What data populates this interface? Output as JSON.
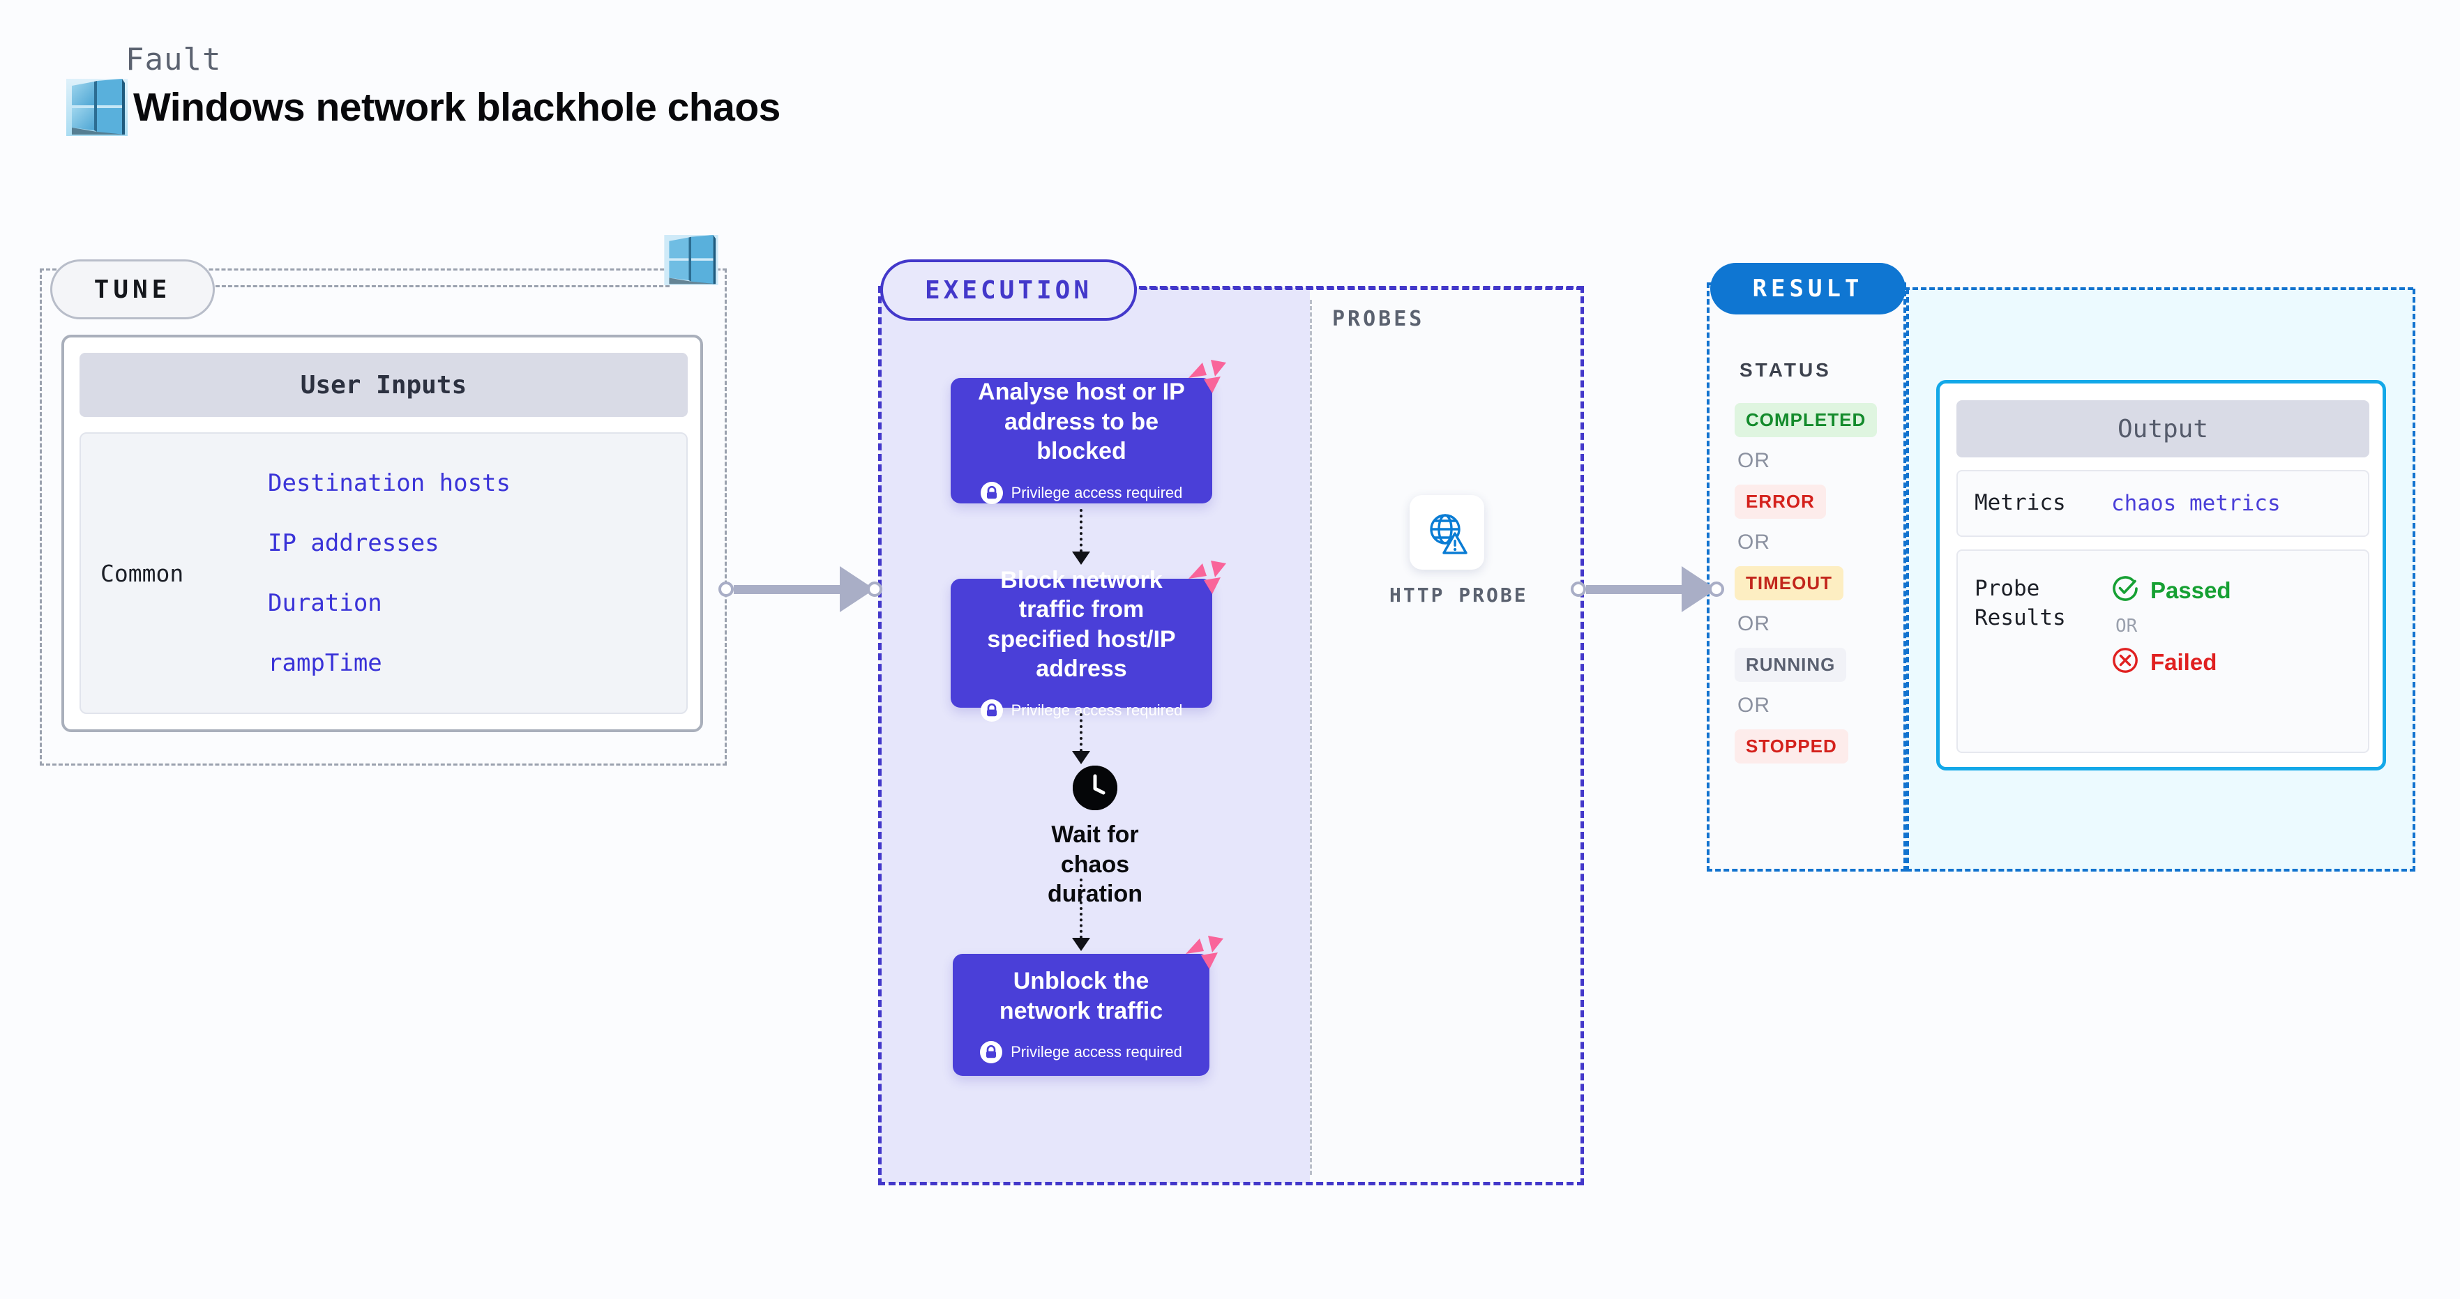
{
  "header": {
    "fault_label": "Fault",
    "title": "Windows network blackhole chaos",
    "icon": "windows-logo-icon"
  },
  "tune": {
    "pill_label": "TUNE",
    "platform_icon": "windows-logo-icon",
    "card": {
      "header": "User Inputs",
      "group_label": "Common",
      "inputs": [
        "Destination hosts",
        "IP addresses",
        "Duration",
        "rampTime"
      ]
    }
  },
  "execution": {
    "pill_label": "EXECUTION",
    "nodes": [
      {
        "title": "Analyse host or IP address to be blocked",
        "privilege": "Privilege access required",
        "privilege_icon": "lock-icon",
        "badge_icon": "litmus-logo-icon"
      },
      {
        "title": "Block network traffic from specified host/IP address",
        "privilege": "Privilege access required",
        "privilege_icon": "lock-icon",
        "badge_icon": "litmus-logo-icon"
      },
      {
        "title": "Unblock the network traffic",
        "privilege": "Privilege access required",
        "privilege_icon": "lock-icon",
        "badge_icon": "litmus-logo-icon"
      }
    ],
    "wait_node": {
      "label": "Wait for chaos duration",
      "icon": "clock-icon"
    }
  },
  "probes": {
    "section_label": "PROBES",
    "items": [
      {
        "label": "HTTP PROBE",
        "icon": "globe-warning-icon"
      }
    ]
  },
  "result": {
    "pill_label": "RESULT",
    "status_label": "STATUS",
    "or_label": "OR",
    "statuses": [
      {
        "label": "COMPLETED",
        "bg": "#dff5e0",
        "fg": "#148b2c"
      },
      {
        "label": "ERROR",
        "bg": "#fdeceb",
        "fg": "#d4211c"
      },
      {
        "label": "TIMEOUT",
        "bg": "#fdeec2",
        "fg": "#c2261c"
      },
      {
        "label": "RUNNING",
        "bg": "#f1f2f7",
        "fg": "#5a6070"
      },
      {
        "label": "STOPPED",
        "bg": "#fdeceb",
        "fg": "#d4211c"
      }
    ],
    "output": {
      "header": "Output",
      "metrics_key": "Metrics",
      "metrics_value": "chaos metrics",
      "probe_key": "Probe Results",
      "probe_pass": "Passed",
      "probe_pass_icon": "check-circle-icon",
      "probe_fail": "Failed",
      "probe_fail_icon": "x-circle-icon",
      "probe_or": "OR"
    }
  },
  "colors": {
    "tune_border": "#9aa1ae",
    "execution_accent": "#4338ca",
    "execution_node": "#4a3fd8",
    "result_accent": "#1273cf",
    "output_border": "#13a8e8",
    "litmus_pink": "#f9649a"
  }
}
